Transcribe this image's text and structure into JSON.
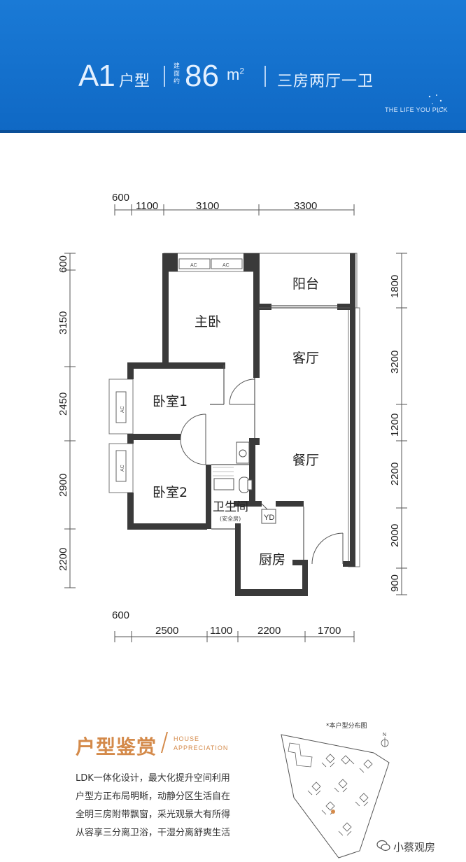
{
  "header": {
    "unit_code": "A1",
    "unit_type_label": "户型",
    "area_label": "建面约",
    "area_value": "86",
    "area_unit": "m",
    "area_unit_sup": "2",
    "layout_desc": "三房两厅一卫",
    "slogan": "THE LIFE YOU PICK",
    "bg_color": "#1577d0"
  },
  "plan": {
    "dims_top": [
      "600",
      "1100",
      "3100",
      "3300"
    ],
    "dims_bottom": [
      "600",
      "2500",
      "1100",
      "2200",
      "1700"
    ],
    "dims_left": [
      "600",
      "3150",
      "2450",
      "2900",
      "2200"
    ],
    "dims_right": [
      "1800",
      "3200",
      "1200",
      "2200",
      "2000",
      "900"
    ],
    "rooms": {
      "balcony": "阳台",
      "master_bedroom": "主卧",
      "living_room": "客厅",
      "bedroom1": "卧室1",
      "dining_room": "餐厅",
      "bedroom2": "卧室2",
      "bathroom": "卫生间",
      "bathroom_note": "(安全房)",
      "kitchen": "厨房",
      "yd": "YD",
      "ac": "AC"
    }
  },
  "appreciation": {
    "title": "户型鉴赏",
    "subtitle_en_1": "HOUSE",
    "subtitle_en_2": "APPRECIATION",
    "lines": [
      "LDK一体化设计，最大化提升空间利用",
      "户型方正布局明晰，动静分区生活自在",
      "全明三房附带飘窗，采光观景大有所得",
      "从容享三分离卫浴，干湿分离舒爽生活"
    ],
    "map_caption": "*本户型分布图",
    "map_north": "N",
    "watermark": "小蔡观房",
    "accent_color": "#d48a4a"
  }
}
